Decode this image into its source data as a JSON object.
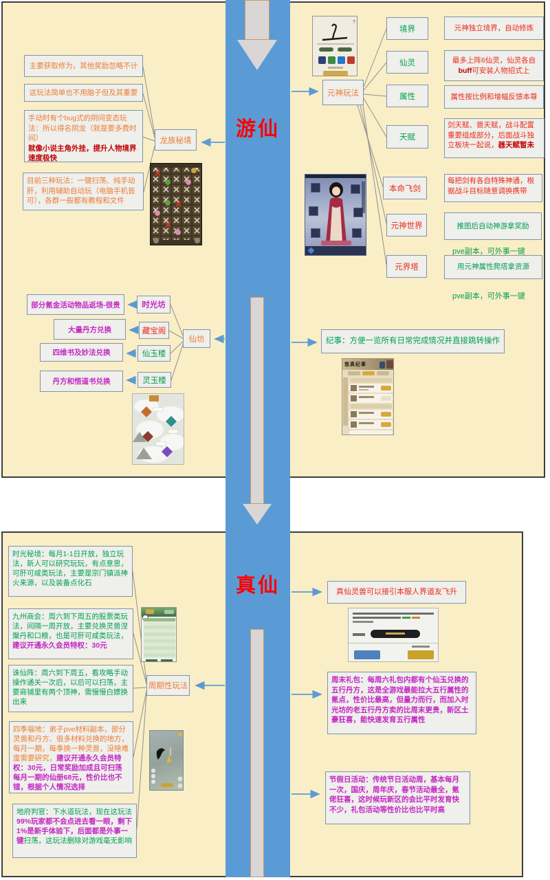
{
  "palette": {
    "panel_bg": "#FAEEC6",
    "band_blue": "#5B9BD5",
    "title_red": "#FF0000",
    "orange": "#ED7D31",
    "red": "#ED2B18",
    "dark_red": "#C00000",
    "green": "#00A050",
    "magenta": "#C428C4"
  },
  "band": {
    "top_label": "游仙",
    "bottom_label": "真仙"
  },
  "top": {
    "dragon_hub": "龙族秘境",
    "notes": [
      {
        "segments": [
          {
            "t": "主要获取修为，其他奖励忽略不计",
            "s": "orange"
          }
        ]
      },
      {
        "segments": [
          {
            "t": "这玩法简单也不用脑子但及其重要",
            "s": "orange"
          }
        ]
      },
      {
        "segments": [
          {
            "t": "手动时有个bug式的阴间变态玩法：所以得名阴龙（就是要多费时间）\n",
            "s": "orange"
          },
          {
            "t": "就像小说主角外挂，提升人物境界速度极快",
            "s": "redBold"
          }
        ]
      },
      {
        "segments": [
          {
            "t": "目前三种玩法：一键扫荡、纯手动肝，利用辅助自动玩（电脑手机皆可），各群一般都有教程和文件",
            "s": "orange"
          }
        ]
      }
    ],
    "xianfang": {
      "hub": "仙坊",
      "shops": [
        {
          "name": "时光坊",
          "desc": "部分氪金活动物品返场-很贵"
        },
        {
          "name": "藏宝阁",
          "desc": "大量丹方兑换"
        },
        {
          "name": "仙玉楼",
          "desc": "四维书及妙法兑换"
        },
        {
          "name": "灵玉楼",
          "desc": "丹方和悟道书兑换"
        }
      ]
    },
    "yuanshen": {
      "hub": "元神玩法",
      "rows": [
        {
          "label": "境界",
          "desc": [
            {
              "t": "元神独立境界，自动修炼",
              "s": "red"
            }
          ]
        },
        {
          "label": "仙灵",
          "desc": [
            {
              "t": "最多上阵6仙灵，仙灵各自",
              "s": "red"
            },
            {
              "t": "buff",
              "s": "redBold"
            },
            {
              "t": "可安装人物招式上",
              "s": "red"
            }
          ]
        },
        {
          "label": "属性",
          "desc": [
            {
              "t": "属性按比例和增幅反馈本尊",
              "s": "red"
            }
          ]
        },
        {
          "label": "天赋",
          "desc": [
            {
              "t": "剑天赋、兽天赋，战斗配置重要组成部分，后面战斗独立板块一起说，",
              "s": "red"
            },
            {
              "t": "器天赋暂未",
              "s": "redBold"
            }
          ]
        },
        {
          "label": "本命飞剑",
          "desc": [
            {
              "t": "每把剑有各自特殊神通，根据战斗目标随意调换携带",
              "s": "red"
            }
          ]
        },
        {
          "label": "元神世界",
          "desc": [
            {
              "t": "推图后自动神游拿奖励",
              "s": "green"
            }
          ],
          "note": "pve副本，可外事一键"
        },
        {
          "label": "元界塔",
          "desc": [
            {
              "t": "用元神属性爬塔拿资源",
              "s": "green"
            }
          ],
          "note": "pve副本，可外事一键"
        }
      ]
    },
    "jishi": {
      "segments": [
        {
          "t": "纪事：方便一览所有日常完成情况并直接跳转操作",
          "s": "green"
        }
      ]
    },
    "chronicle_title": "悠真纪事"
  },
  "bottom": {
    "periodic_hub": "周期性玩法",
    "notes": [
      {
        "segments": [
          {
            "t": "时光秘境：每月1-1日开放，独立玩法，新人可以研究玩玩，有点意思，可肝可咸类玩法，主要是宗门镇派神火来源，以及装备点化石",
            "s": "green"
          }
        ]
      },
      {
        "segments": [
          {
            "t": "九州商会：周六到下周五的股票类玩法，间隔一周开放，主要兑换灵兽涅槃丹和口粮，也是可肝可咸类玩法，",
            "s": "green"
          },
          {
            "t": "建议开通永久会员特权：30元",
            "s": "magenta"
          }
        ]
      },
      {
        "segments": [
          {
            "t": "诛仙阵：周六到下周五，看攻略手动操作通关一次后，以后可以扫荡，主要商铺里有两个顶神，需慢慢白嫖换出来",
            "s": "green"
          }
        ]
      },
      {
        "segments": [
          {
            "t": "四季福地：弟子pve材料副本，部分灵兽和丹方、很多材料兑换的地方，每月一期，每季换一种灵兽，没啥难度需要研究，",
            "s": "orange"
          },
          {
            "t": "建议开通永久会员特权：30元，日常奖励加成且可扫荡\n每月一期的仙册68元，性价比也不错，根据个人情况选择",
            "s": "magenta"
          }
        ]
      },
      {
        "segments": [
          {
            "t": "地府判官：下水道玩法，现在这玩法",
            "s": "green"
          },
          {
            "t": "99%玩家都不会点进去看一眼，剩下1%是新手体验下，后面都是外事一键",
            "s": "magenta"
          },
          {
            "t": "扫荡，这玩法删除对游戏毫无影响",
            "s": "green"
          }
        ]
      }
    ],
    "right": [
      {
        "segments": [
          {
            "t": "真仙灵兽可以接引本服人界道友飞升",
            "s": "red"
          }
        ]
      },
      {
        "segments": [
          {
            "t": "周末礼包：每周六礼包内都有个仙玉兑换的五行丹方，这是全游戏最能拉大五行属性的氪点，性价比最高，但量力而行，而加入时光坊的老五行丹方卖的比周末更贵，新区土豪狂喜，能快速发育五行属性",
            "s": "magenta"
          }
        ]
      },
      {
        "segments": [
          {
            "t": "节假日活动：传统节日活动周，基本每月一次，国庆，周年庆，春节活动最全，氪佬狂喜，这时候玩新区的会比平时发育快不少，礼包活动等性价比也比平时高",
            "s": "magenta"
          }
        ]
      }
    ]
  }
}
